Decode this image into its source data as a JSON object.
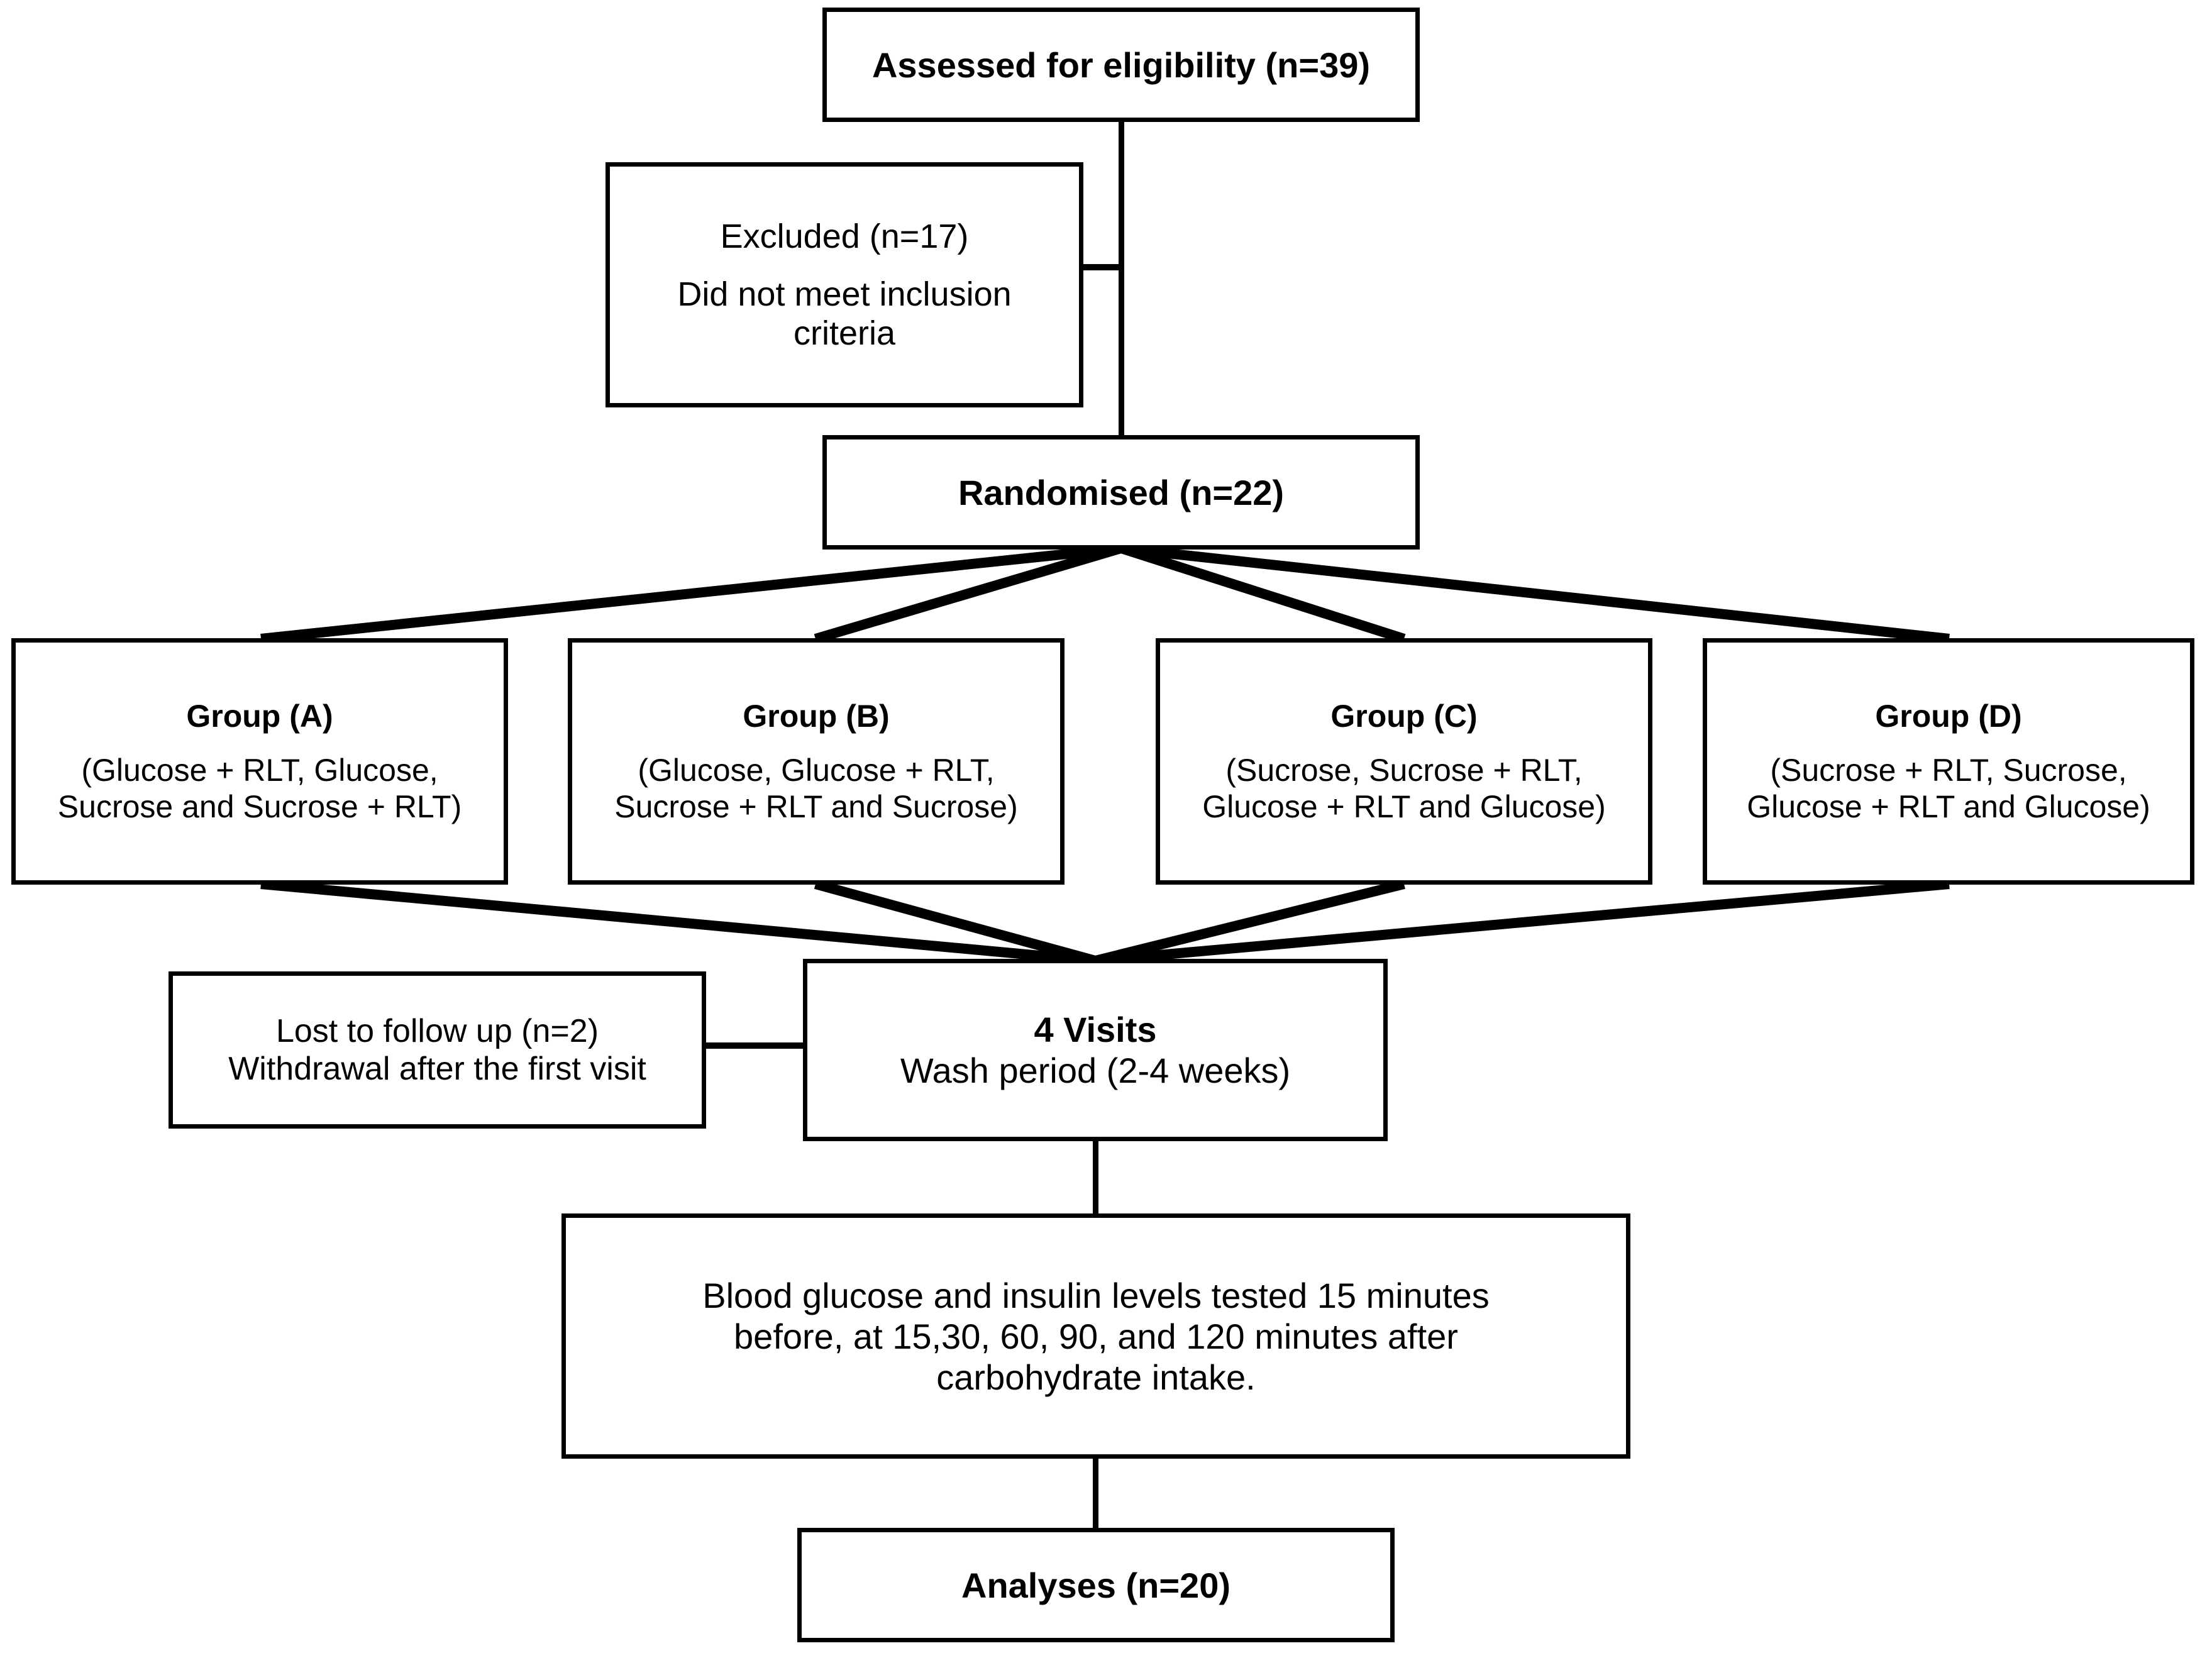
{
  "diagram": {
    "title": "CONSORT participant flow diagram",
    "stroke_color": "#000000",
    "background_color": "#ffffff"
  },
  "nodes": {
    "assessed": {
      "text": "Assessed for eligibility (n=39)"
    },
    "excluded": {
      "line1": "Excluded (n=17)",
      "line2": "Did not meet inclusion",
      "line3": "criteria"
    },
    "randomised": {
      "text": "Randomised (n=22)"
    },
    "group_a": {
      "title": "Group (A)",
      "line1": "(Glucose + RLT, Glucose,",
      "line2": "Sucrose and Sucrose + RLT)"
    },
    "group_b": {
      "title": "Group (B)",
      "line1": "(Glucose, Glucose + RLT,",
      "line2": "Sucrose + RLT and Sucrose)"
    },
    "group_c": {
      "title": "Group (C)",
      "line1": "(Sucrose, Sucrose + RLT,",
      "line2": "Glucose + RLT and Glucose)"
    },
    "group_d": {
      "title": "Group (D)",
      "line1": "(Sucrose + RLT, Sucrose,",
      "line2": "Glucose + RLT and Glucose)"
    },
    "lost": {
      "line1": "Lost to follow up (n=2)",
      "line2": "Withdrawal after the first visit"
    },
    "visits": {
      "title": "4 Visits",
      "line1": "Wash period (2-4 weeks)"
    },
    "blood": {
      "line1": "Blood glucose and insulin levels tested 15 minutes",
      "line2": "before, at 15,30, 60, 90, and 120 minutes after",
      "line3": "carbohydrate intake."
    },
    "analyses": {
      "text": "Analyses (n=20)"
    }
  },
  "counts": {
    "assessed_for_eligibility": 39,
    "excluded": 17,
    "randomised": 22,
    "lost_to_follow_up": 2,
    "analysed": 20,
    "number_of_visits": 4,
    "wash_period_weeks_min": 2,
    "wash_period_weeks_max": 4,
    "sampling_times_minutes": [
      15,
      30,
      60,
      90,
      120
    ],
    "pre_sample_minutes_before": 15
  }
}
